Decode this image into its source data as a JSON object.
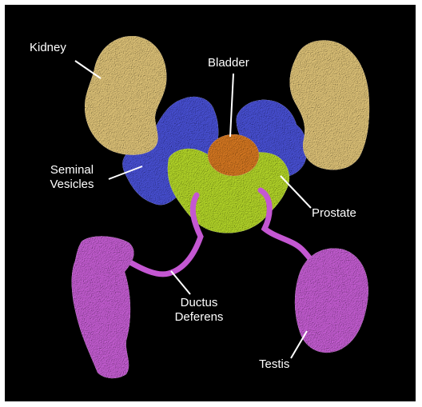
{
  "labels": {
    "kidney": "Kidney",
    "bladder": "Bladder",
    "seminal_line1": "Seminal",
    "seminal_line2": "Vesicles",
    "prostate": "Prostate",
    "ductus_line1": "Ductus",
    "ductus_line2": "Deferens",
    "testis": "Testis"
  },
  "colors": {
    "background": "#000000",
    "kidney": "#e2c67a",
    "seminal_vesicles": "#4a52d8",
    "bladder": "#d97a22",
    "prostate": "#b6d92a",
    "ductus_deferens": "#c457d2",
    "testis": "#c85fd6",
    "leader_lines": "#ffffff"
  }
}
